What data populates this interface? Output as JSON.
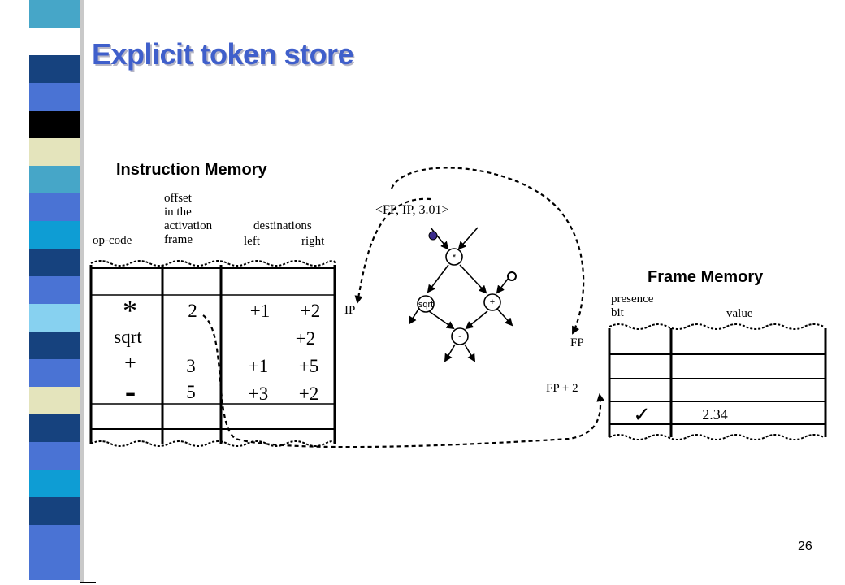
{
  "slide": {
    "title": "Explicit token store",
    "page_number": "26"
  },
  "instruction_memory": {
    "title": "Instruction Memory",
    "col_opcode": "op-code",
    "col_offset": [
      "offset",
      "in the",
      "activation",
      "frame"
    ],
    "col_destinations": "destinations",
    "col_left": "left",
    "col_right": "right",
    "rows": [
      {
        "op": "*",
        "offset": "2",
        "left": "+1",
        "right": "+2"
      },
      {
        "op": "sqrt",
        "offset": "",
        "left": "",
        "right": "+2"
      },
      {
        "op": "+",
        "offset": "3",
        "left": "+1",
        "right": "+5"
      },
      {
        "op": "-",
        "offset": "5",
        "left": "+3",
        "right": "+2"
      }
    ]
  },
  "graph": {
    "token": "<FP, IP, 3.01>",
    "nodes": {
      "mul": "*",
      "sqrt": "sqrt",
      "add": "+",
      "sub": "-"
    },
    "ip_label": "IP",
    "fp_label": "FP",
    "fp2_label": "FP + 2"
  },
  "frame_memory": {
    "title": "Frame Memory",
    "col_presence": [
      "presence",
      "bit"
    ],
    "col_value": "value",
    "check": "✓",
    "stored_value": "2.34"
  },
  "colors": {
    "strip": [
      "#46a6c8",
      "#ffffff",
      "#16427e",
      "#4a73d4",
      "#000000",
      "#e4e4bc",
      "#46a6c8",
      "#4a73d4",
      "#0e9dd4",
      "#16427e",
      "#4a73d4",
      "#87d1f0",
      "#16427e",
      "#4a73d4",
      "#e4e4bc",
      "#16427e",
      "#4a73d4",
      "#0e9dd4",
      "#16427e",
      "#4a73d4",
      "#4a73d4"
    ],
    "title": "#3f5fcb",
    "token_dot": "#3a2a8a"
  }
}
